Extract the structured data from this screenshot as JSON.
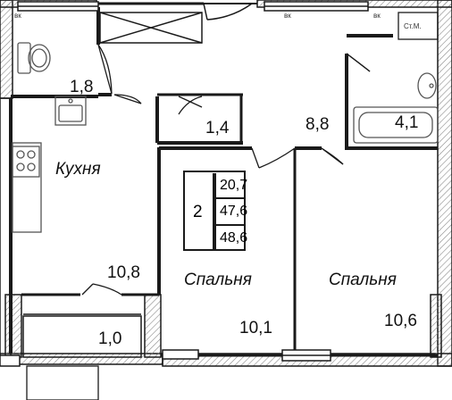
{
  "summary": {
    "rooms": "2",
    "living_area": "20,7",
    "total_area": "47,6",
    "total_area_with_balcony": "48,6"
  },
  "rooms": [
    {
      "id": "bathroom",
      "area": "1,8"
    },
    {
      "id": "storage",
      "area": "1,4"
    },
    {
      "id": "hallway",
      "area": "8,8"
    },
    {
      "id": "wc",
      "area": "4,1"
    },
    {
      "id": "kitchen",
      "name": "Кухня",
      "area": "10,8"
    },
    {
      "id": "balcony",
      "area": "1,0"
    },
    {
      "id": "bedroom1",
      "name": "Спальня",
      "area": "10,1"
    },
    {
      "id": "bedroom2",
      "name": "Спальня",
      "area": "10,6"
    }
  ],
  "markers": {
    "vk_left": "вк",
    "vk_mid": "вк",
    "vk_right": "вк",
    "riser": "Ст.М."
  },
  "colors": {
    "wall": "#1a1a1a",
    "hatch": "#9a9a9a",
    "fixture": "#555555"
  }
}
